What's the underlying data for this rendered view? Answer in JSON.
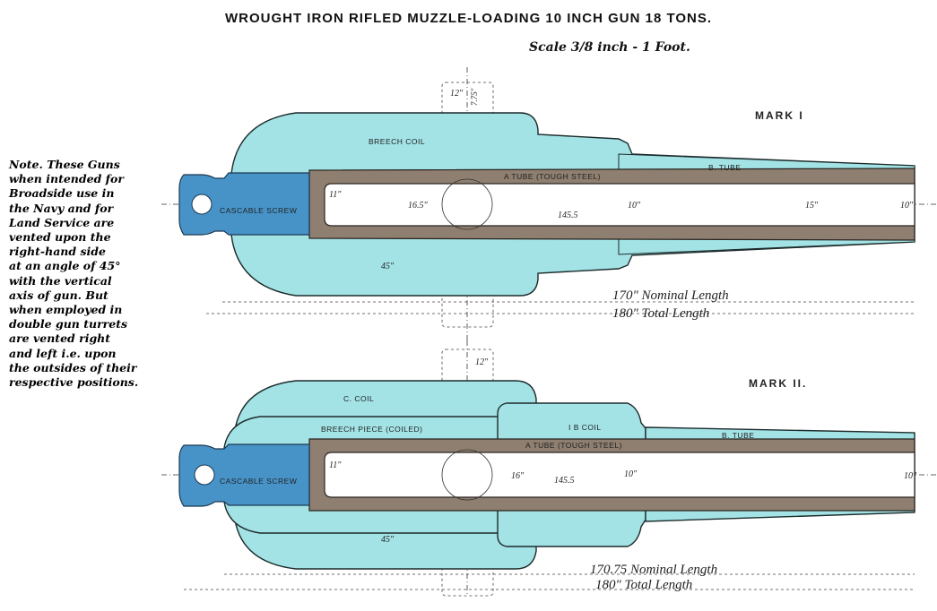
{
  "title": "WROUGHT IRON RIFLED MUZZLE-LOADING 10 INCH GUN 18 TONS.",
  "scale": "Scale 3/8 inch - 1 Foot.",
  "note_lines": [
    "Note. These Guns",
    "when intended for",
    "Broadside use in",
    "the Navy and for",
    "Land Service are",
    "vented upon the",
    "right-hand side",
    "at an angle of 45°",
    "with the vertical",
    "axis of gun. But",
    "when employed in",
    "double gun turrets",
    "are vented right",
    "and left i.e. upon",
    "the outsides of their",
    "respective positions."
  ],
  "mark1": {
    "label": "MARK I",
    "breech_coil": "BREECH COIL",
    "a_tube": "A TUBE (TOUGH STEEL)",
    "b_tube": "B. TUBE",
    "cascable": "CASCABLE SCREW",
    "dims": {
      "trunnion_w": "12\"",
      "trunnion_d": "7.75\"",
      "chamber": "11\"",
      "breech_dia": "16.5\"",
      "outer_dia": "45\"",
      "bore_len": "145.5",
      "bore": "10\"",
      "muzzle_outer": "15\"",
      "muzzle": "10\""
    },
    "nominal_length": "170\" Nominal Length",
    "total_length": "180\" Total Length"
  },
  "mark2": {
    "label": "MARK II.",
    "c_coil": "C. COIL",
    "breech_piece": "BREECH PIECE (COILED)",
    "ib_coil": "I B COIL",
    "a_tube": "A TUBE (TOUGH STEEL)",
    "b_tube": "B. TUBE",
    "cascable": "CASCABLE SCREW",
    "dims": {
      "trunnion_w": "12\"",
      "chamber": "11\"",
      "breech_dia": "16\"",
      "outer_dia": "45\"",
      "bore_len": "145.5",
      "bore": "10\"",
      "muzzle": "10\""
    },
    "nominal_length": "170.75 Nominal Length",
    "total_length": "180\" Total Length"
  },
  "colors": {
    "wrought_iron": "#a3e3e6",
    "steel_tube": "#8e7f70",
    "cascable": "#4793c8"
  }
}
